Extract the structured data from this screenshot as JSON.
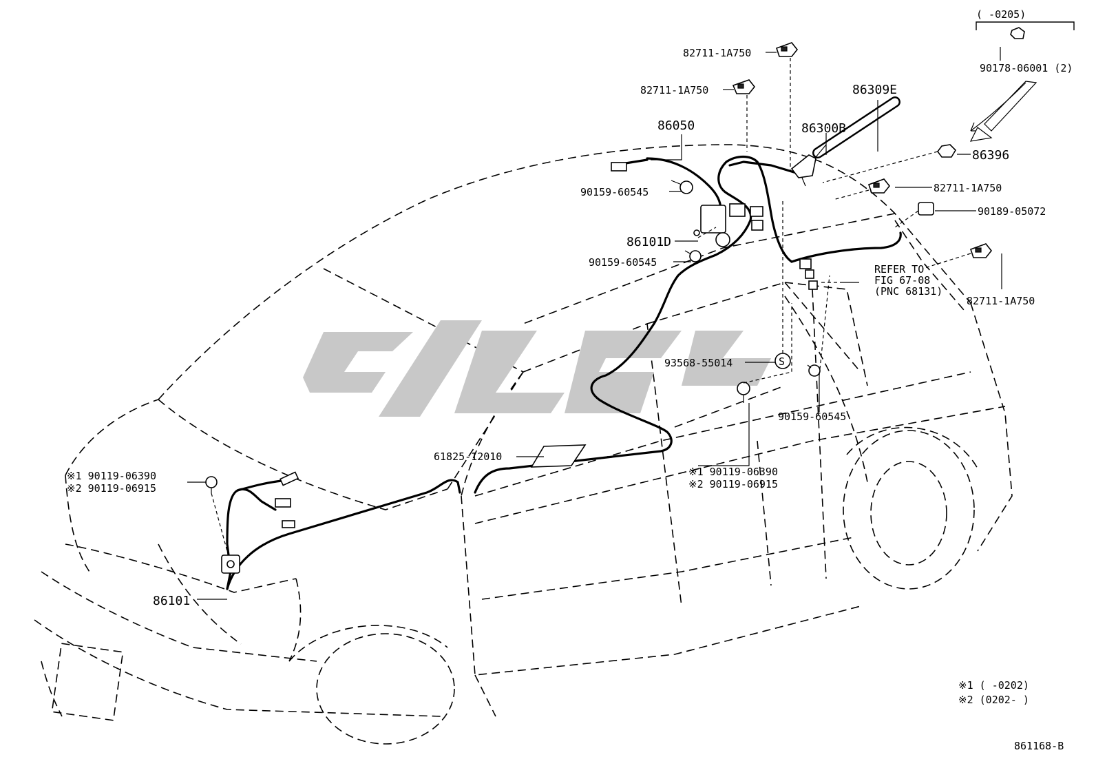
{
  "callouts": {
    "bracket_range": "(      -0205)",
    "p90178": "90178-06001 (2)",
    "p82711_a": "82711-1A750",
    "p82711_b": "82711-1A750",
    "p82711_c": "82711-1A750",
    "p82711_d": "82711-1A750",
    "p86309E": "86309E",
    "p86300B": "86300B",
    "p86050": "86050",
    "p86396": "86396",
    "p90189": "90189-05072",
    "p90159_a": "90159-60545",
    "p90159_b": "90159-60545",
    "p90159_c": "90159-60545",
    "p86101D": "86101D",
    "refer_1": "REFER TO",
    "refer_2": "FIG 67-08",
    "refer_3": "(PNC 68131)",
    "p93568": "93568-55014",
    "s_symbol": "S",
    "p61825": "61825-12010",
    "left_n1": "※1 90119-06390",
    "left_n2": "※2 90119-06915",
    "mid_n1": "※1 90119-06390",
    "mid_n2": "※2 90119-06915",
    "p86101": "86101"
  },
  "legend": {
    "note1": "※1 (     -0202)",
    "note2": "※2 (0202-     )"
  },
  "figure_id": "861168-B"
}
